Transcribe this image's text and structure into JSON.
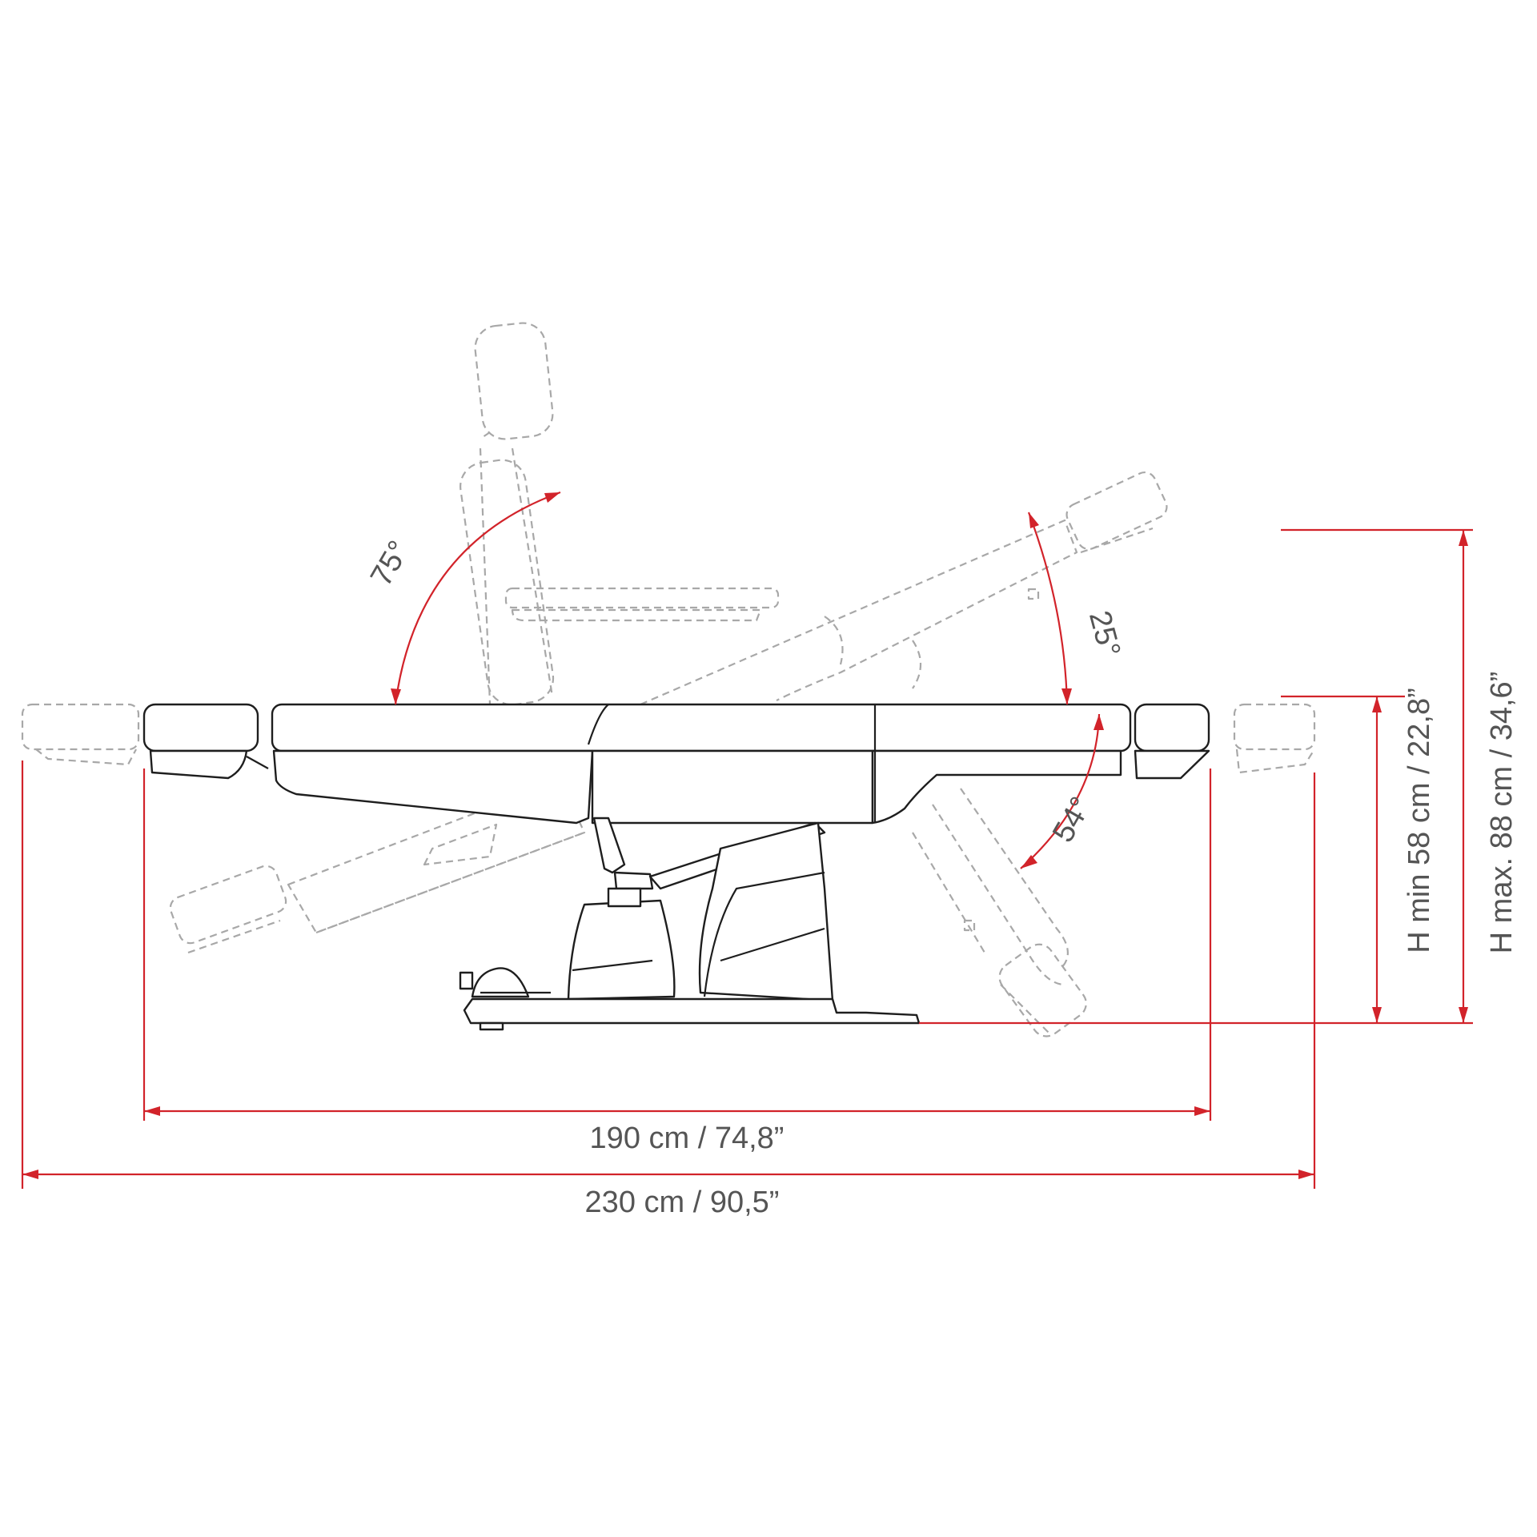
{
  "labels": {
    "angle_backrest": "75°",
    "angle_leg_up": "25°",
    "angle_leg_down": "54°",
    "length_inner": "190 cm / 74,8”",
    "length_outer": "230 cm / 90,5”",
    "height_min": "H min 58 cm / 22,8”",
    "height_max": "H max. 88 cm / 34,6”"
  },
  "colors": {
    "dimension": "#d2232a",
    "outline": "#1e1e1e",
    "ghost": "#a8a8a8",
    "text": "#555555"
  }
}
